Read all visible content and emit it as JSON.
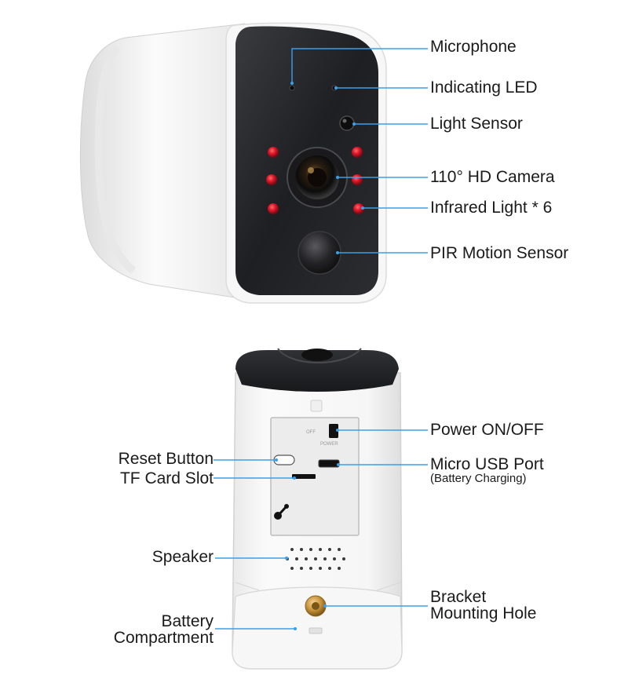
{
  "front_labels": {
    "microphone": "Microphone",
    "indicating_led": "Indicating LED",
    "light_sensor": "Light Sensor",
    "camera": "110° HD Camera",
    "infrared": "Infrared Light * 6",
    "pir": "PIR Motion Sensor"
  },
  "back_labels": {
    "power": "Power ON/OFF",
    "reset": "Reset Button",
    "usb": "Micro USB Port",
    "usb_note": "(Battery Charging)",
    "tf": "TF Card Slot",
    "speaker": "Speaker",
    "bracket_line1": "Bracket",
    "bracket_line2": "Mounting Hole",
    "battery_line1": "Battery",
    "battery_line2": "Compartment"
  },
  "colors": {
    "leader": "#3aa0e8",
    "ir_led": "#e0162b",
    "face": "#222326",
    "body": "#f4f4f4"
  }
}
